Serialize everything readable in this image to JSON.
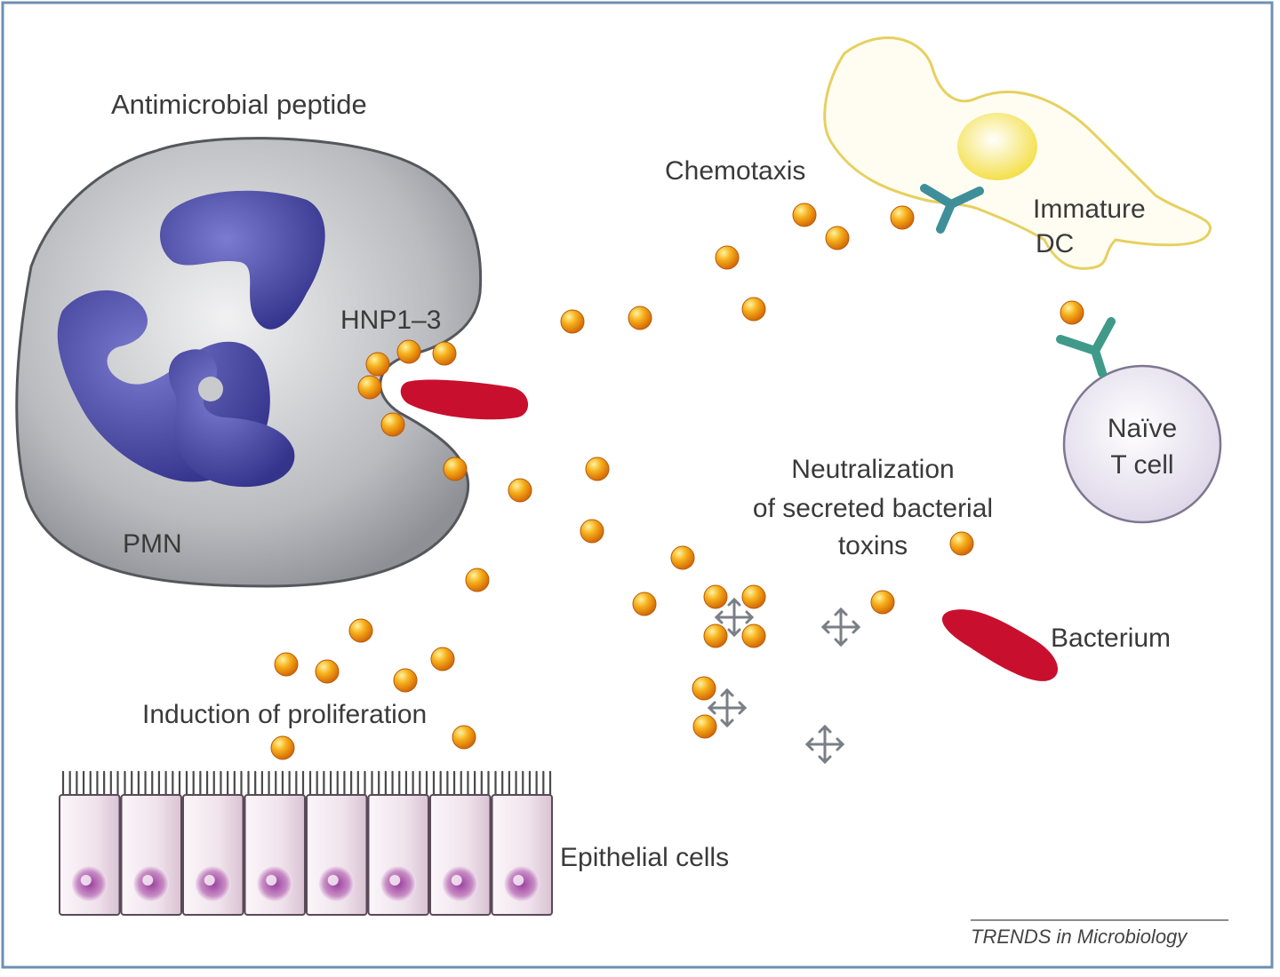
{
  "labels": {
    "antimicrobial_peptide": "Antimicrobial peptide",
    "hnp": "HNP1–3",
    "pmn": "PMN",
    "chemotaxis": "Chemotaxis",
    "immature": "Immature",
    "dc": "DC",
    "naive": "Naïve",
    "t_cell": "T cell",
    "neutralization_1": "Neutralization",
    "neutralization_2": "of secreted bacterial",
    "neutralization_3": "toxins",
    "bacterium": "Bacterium",
    "induction": "Induction of proliferation",
    "epithelial": "Epithelial cells",
    "credit": "TRENDS in Microbiology"
  },
  "colors": {
    "frame": "#6f8fb4",
    "pmn_cell": "#a9abb0",
    "nucleus": "#3f3f9a",
    "bacterium": "#c8102e",
    "peptide": "#f2a516",
    "receptor": "#3f8f9a",
    "dc_outline": "#e6d060",
    "t_cell_fill": "#e8e3ef",
    "epithelium": "#eee0ea"
  }
}
